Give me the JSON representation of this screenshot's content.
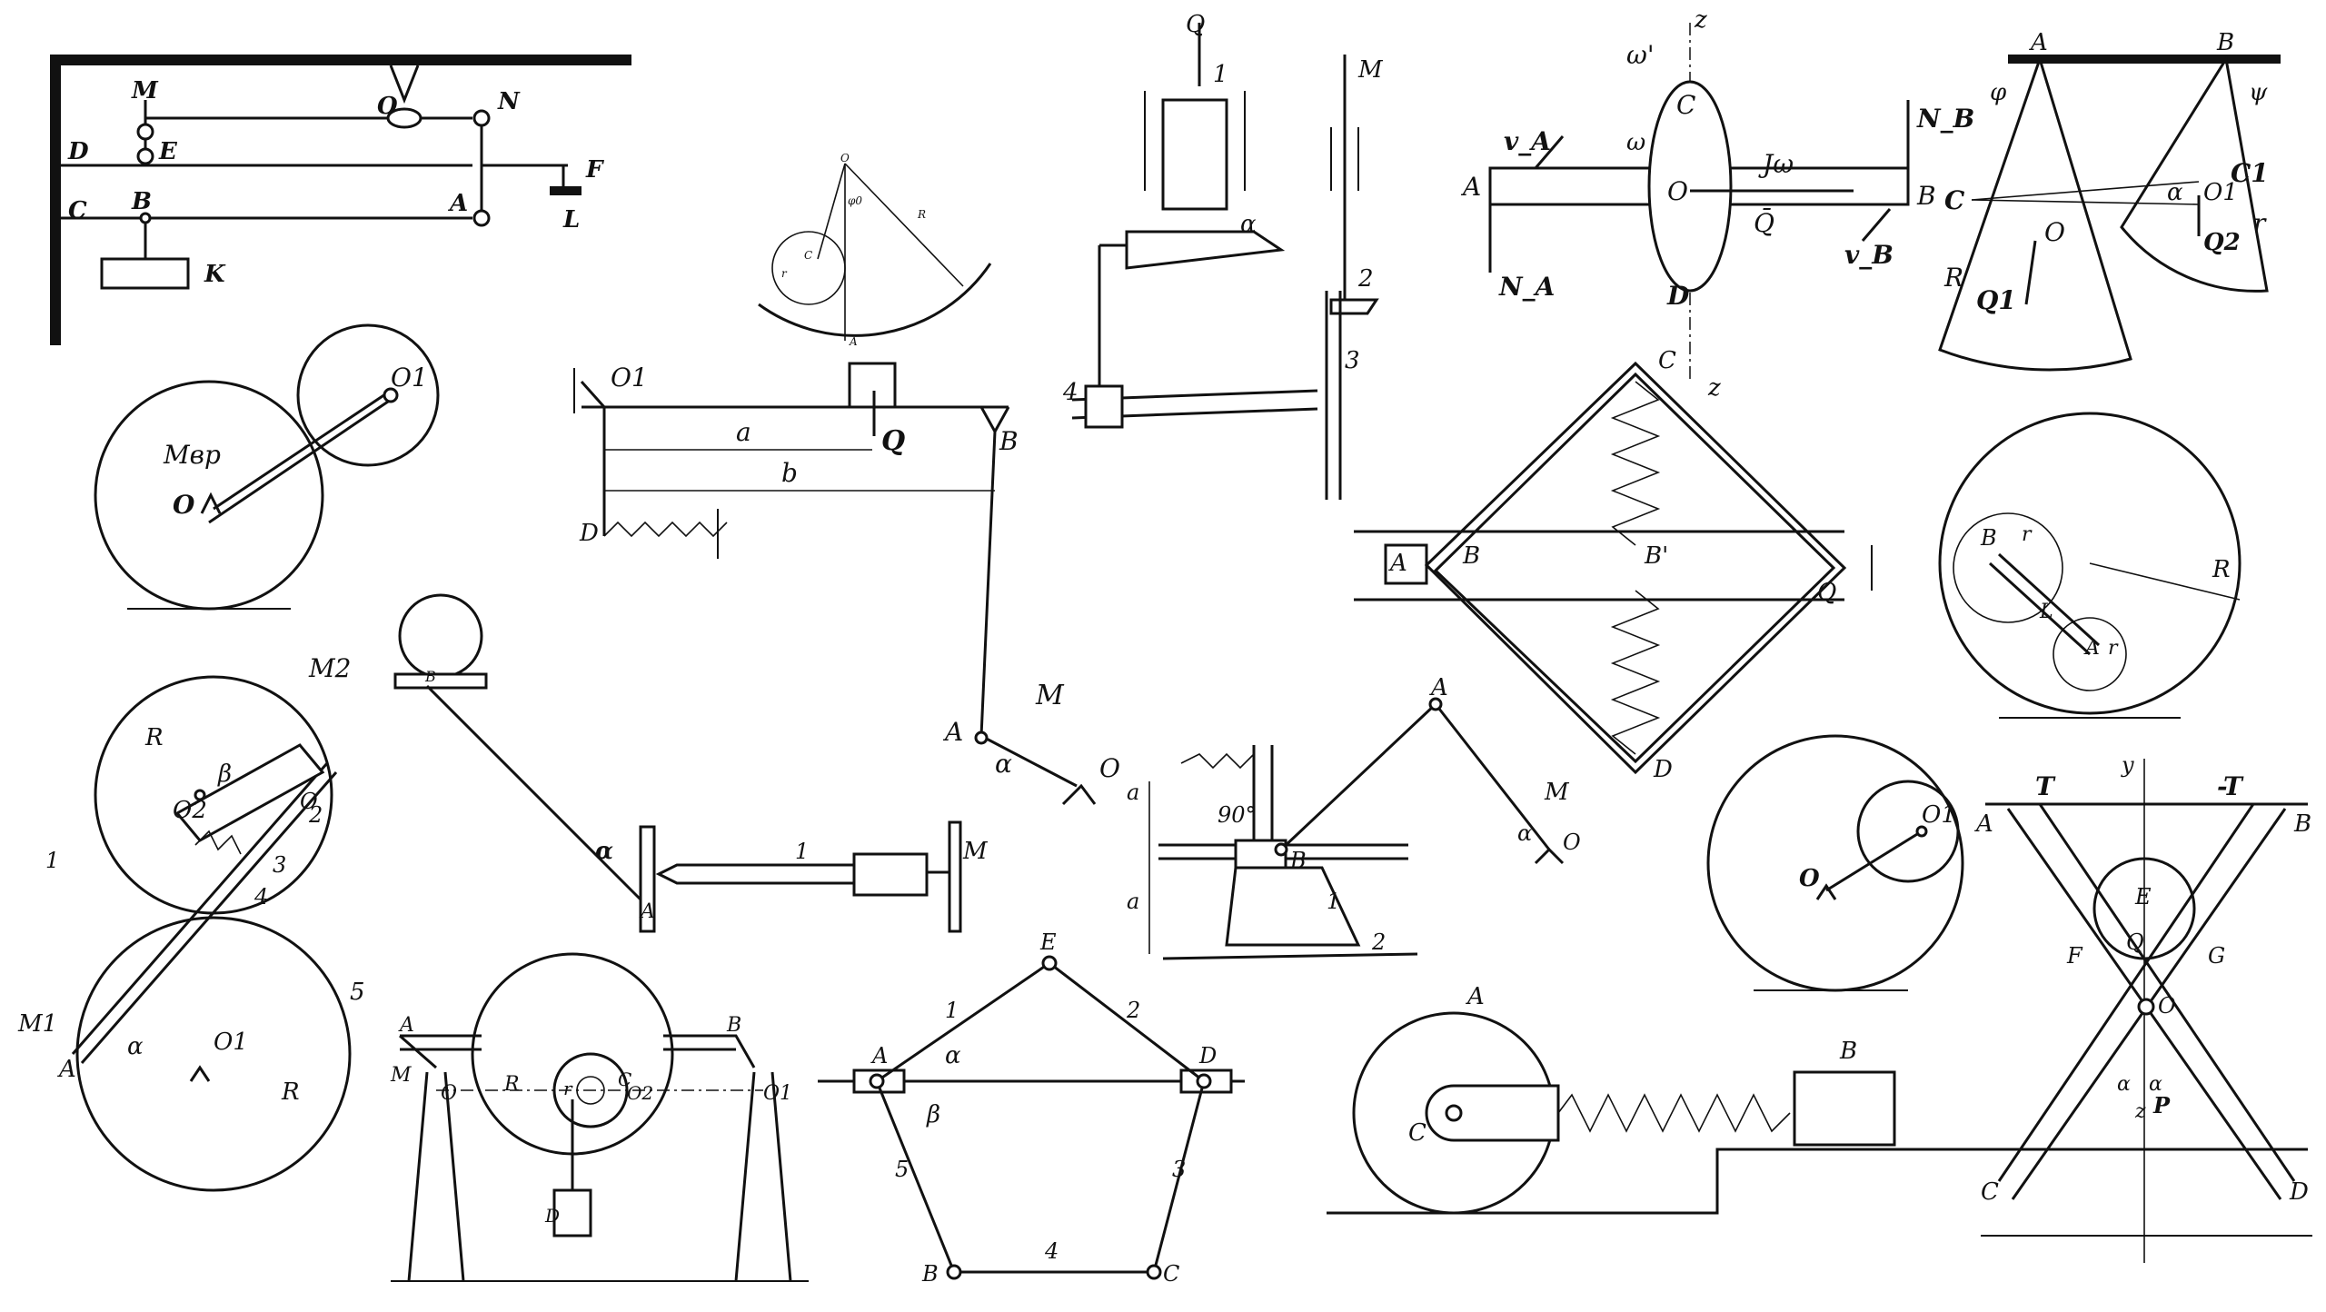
{
  "labels": {
    "lever_frame": [
      "M",
      "O",
      "N",
      "D",
      "E",
      "F",
      "C",
      "B",
      "A",
      "L",
      "K"
    ],
    "gear_pair": [
      "O1",
      "Mвр",
      "O"
    ],
    "bead_in_bowl": [
      "O",
      "φ0",
      "R",
      "r",
      "C",
      "A"
    ],
    "lever_spring": [
      "O1",
      "Q",
      "B",
      "a",
      "b",
      "D",
      "A",
      "M",
      "α",
      "O"
    ],
    "wedge_press": [
      "Q",
      "1",
      "α",
      "2",
      "3",
      "4",
      "M"
    ],
    "gyro_axle": [
      "z",
      "ω'",
      "N_B",
      "v_A",
      "C",
      "ω",
      "Jω",
      "A",
      "O",
      "Q̄",
      "B",
      "N_A",
      "D",
      "v_B",
      "z"
    ],
    "two_sectors": [
      "A",
      "B",
      "φ",
      "ψ",
      "C",
      "C1",
      "α",
      "O1",
      "O",
      "Q2",
      "r",
      "R",
      "Q1"
    ],
    "planetary_rings": [
      "M2",
      "R",
      "β",
      "O2",
      "2",
      "O",
      "3",
      "1",
      "4",
      "5",
      "M1",
      "α",
      "A",
      "O1",
      "R"
    ],
    "rod_slider": [
      "B",
      "α",
      "A",
      "1",
      "M"
    ],
    "crank_press": [
      "A",
      "M",
      "90°",
      "α",
      "O",
      "a",
      "a",
      "B",
      "1",
      "2"
    ],
    "rhombus_spring": [
      "C",
      "A",
      "B",
      "B'",
      "Q",
      "D"
    ],
    "ball_in_ring": [
      "B",
      "r",
      "R",
      "L",
      "A",
      "r"
    ],
    "inner_disk": [
      "O1",
      "O"
    ],
    "winch": [
      "A",
      "B",
      "M",
      "O",
      "R",
      "r",
      "C",
      "O2",
      "O1",
      "D"
    ],
    "pentagon_linkage": [
      "E",
      "1",
      "2",
      "A",
      "α",
      "D",
      "β",
      "5",
      "3",
      "B",
      "4",
      "C"
    ],
    "roller_spring": [
      "A",
      "B",
      "C"
    ],
    "x_frame": [
      "T",
      "-T",
      "y",
      "A",
      "B",
      "E",
      "F",
      "Q",
      "G",
      "O",
      "α",
      "α",
      "P",
      "z",
      "C",
      "D"
    ]
  }
}
